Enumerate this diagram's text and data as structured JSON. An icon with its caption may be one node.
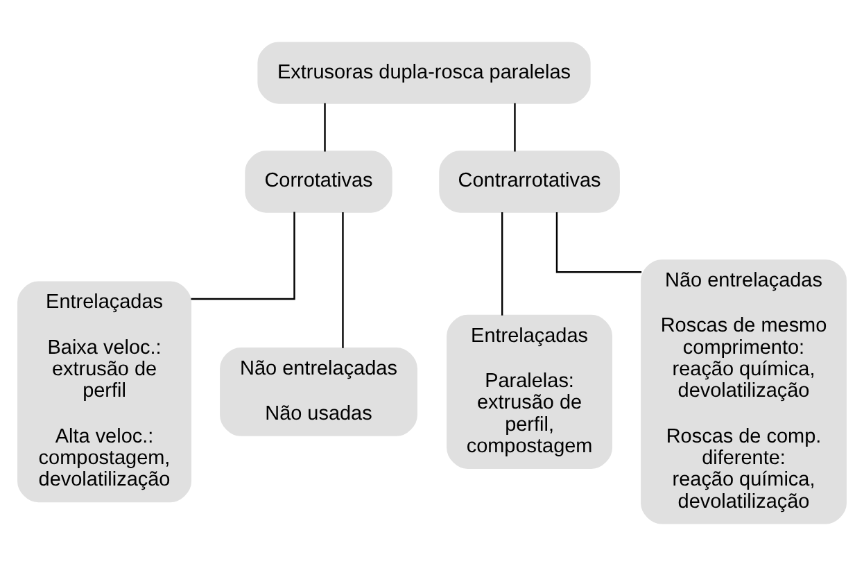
{
  "diagram": {
    "nodes": [
      {
        "text": [
          "Extrusoras dupla-rosca paralelas"
        ]
      },
      {
        "text": [
          "Corrotativas"
        ]
      },
      {
        "text": [
          "Contrarrotativas"
        ]
      },
      {
        "text": [
          "Entrelaçadas",
          "Baixa veloc.: extrusão de perfil",
          "Alta veloc.: compostagem, devolatilização"
        ]
      },
      {
        "text": [
          "Não entrelaçadas",
          "Não usadas"
        ]
      },
      {
        "text": [
          "Entrelaçadas",
          "Paralelas: extrusão de perfil, compostagem"
        ]
      },
      {
        "text": [
          "Não entrelaçadas",
          "Roscas de mesmo comprimento: reação química, devolatilização",
          "Roscas de comp. diferente: reação química, devolatilização"
        ]
      }
    ],
    "edges": [
      {
        "from": 0,
        "to": 1,
        "arrow": "none"
      },
      {
        "from": 0,
        "to": 2,
        "arrow": "none"
      },
      {
        "from": 1,
        "to": 3,
        "arrow": "none"
      },
      {
        "from": 1,
        "to": 4,
        "arrow": "none"
      },
      {
        "from": 2,
        "to": 5,
        "arrow": "none"
      },
      {
        "from": 2,
        "to": 6,
        "arrow": "none"
      }
    ]
  }
}
